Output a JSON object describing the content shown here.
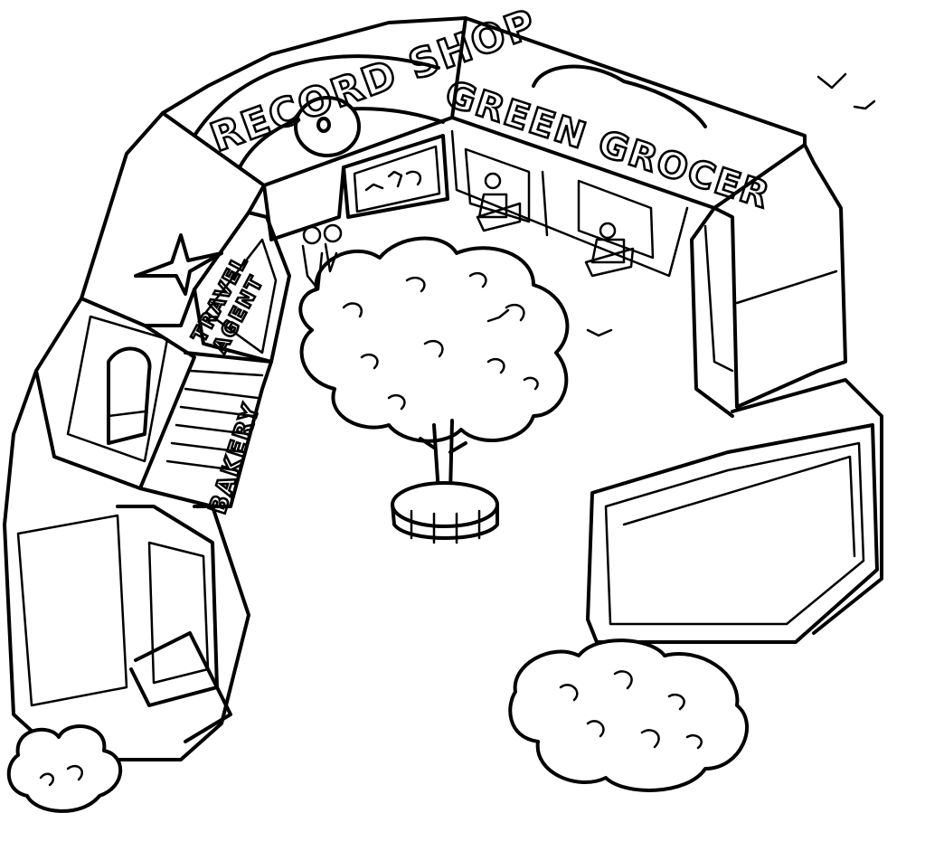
{
  "signs": {
    "record_shop": "RECORD SHOP",
    "green_grocer": "GREEN GROCER",
    "travel_agent_line1": "TRAVEL",
    "travel_agent_line2": "AGENT",
    "bakery": "BAKERY"
  },
  "colors": {
    "ink": "#000000",
    "paper": "#ffffff"
  },
  "icons": [
    "record-disc-icon",
    "airplane-icon",
    "tree-icon",
    "bird-icon",
    "bush-icon",
    "loaf-icon"
  ]
}
